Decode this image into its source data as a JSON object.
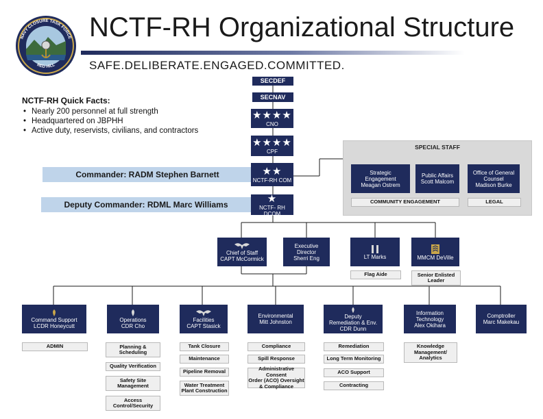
{
  "header": {
    "title": "NCTF-RH Organizational Structure",
    "tagline": "SAFE.DELIBERATE.ENGAGED.COMMITTED.",
    "seal": {
      "top_text": "NAVY CLOSURE TASK FORCE",
      "bottom_text": "RED HILL"
    }
  },
  "quick_facts": {
    "title": "NCTF-RH Quick Facts:",
    "items": [
      "Nearly 200 personnel at full strength",
      "Headquartered on JBPHH",
      "Active duty, reservists, civilians, and contractors"
    ]
  },
  "banners": {
    "commander": "Commander: RADM Stephen Barnett",
    "deputy": "Deputy Commander: RDML Marc Williams"
  },
  "chain": {
    "secdef": "SECDEF",
    "secnav": "SECNAV",
    "cno": "CNO",
    "cno_stars": "★★★★",
    "cpf": "CPF",
    "cpf_stars": "★★★★",
    "com": "NCTF-RH COM",
    "com_stars": "★★",
    "dcom": "NCTF- RH DCOM",
    "dcom_stars": "★"
  },
  "special_staff": {
    "title": "SPECIAL STAFF",
    "strategic": {
      "line1": "Strategic",
      "line2": "Engagement",
      "line3": "Meagan Ostrem"
    },
    "public_affairs": {
      "line1": "Public Affairs",
      "line2": "Scott Malcom"
    },
    "ogc": {
      "line1": "Office of General",
      "line2": "Counsel",
      "line3": "Madison Burke"
    },
    "community_engagement": "COMMUNITY ENGAGEMENT",
    "legal": "LEGAL"
  },
  "staff_row": {
    "cos": {
      "line1": "Chief of Staff",
      "line2": "CAPT McCormick"
    },
    "exec": {
      "line1": "Executive",
      "line2": "Director",
      "line3": "Sherri Eng"
    },
    "lt": {
      "line1": "LT Marks"
    },
    "mmcm": {
      "line1": "MMCM DeVille"
    },
    "flag_aide": "Flag Aide",
    "sel": {
      "line1": "Senior Enlisted",
      "line2": "Leader"
    }
  },
  "departments": {
    "command_support": {
      "line1": "Command Support",
      "line2": "LCDR Honeycutt",
      "subs": [
        "ADMIN"
      ]
    },
    "operations": {
      "line1": "Operations",
      "line2": "CDR Cho",
      "subs": [
        {
          "line1": "Planning &",
          "line2": "Scheduling"
        },
        {
          "line1": "Quality Verification"
        },
        {
          "line1": "Safety Site",
          "line2": "Management"
        },
        {
          "line1": "Access",
          "line2": "Control/Security"
        }
      ]
    },
    "facilities": {
      "line1": "Facilities",
      "line2": "CAPT Stasick",
      "subs": [
        {
          "line1": "Tank Closure"
        },
        {
          "line1": "Maintenance"
        },
        {
          "line1": "Pipeline Removal"
        },
        {
          "line1": "Water Treatment",
          "line2": "Plant Construction"
        }
      ]
    },
    "environmental": {
      "line1": "Environmental",
      "line2": "Mitt Johnston",
      "subs": [
        {
          "line1": "Compliance"
        },
        {
          "line1": "Spill Response"
        },
        {
          "line1": "Administrative Consent",
          "line2": "Order (ACO) Oversight",
          "line3": "& Compliance"
        }
      ]
    },
    "deputy_remediation": {
      "line1": "Deputy",
      "line2": "Remediation & Env.",
      "line3": "CDR Dunn",
      "subs": [
        {
          "line1": "Remediation"
        },
        {
          "line1": "Long Term Monitoring"
        },
        {
          "line1": "ACO Support"
        },
        {
          "line1": "Contracting"
        }
      ]
    },
    "it": {
      "line1": "Information",
      "line2": "Technology",
      "line3": "Alex Okihara",
      "subs": [
        {
          "line1": "Knowledge",
          "line2": "Management/",
          "line3": "Analytics"
        }
      ]
    },
    "comptroller": {
      "line1": "Comptroller",
      "line2": "Marc Makekau"
    }
  },
  "colors": {
    "navy": "#1f2b5c",
    "banner": "#bfd4ea",
    "panel": "#d9d9d9",
    "label_bg": "#efefef"
  },
  "icons": [
    "seal-emblem",
    "eagle-insignia-icon",
    "oak-leaf-insignia-icon",
    "silver-bars-insignia-icon",
    "master-chief-insignia-icon"
  ]
}
